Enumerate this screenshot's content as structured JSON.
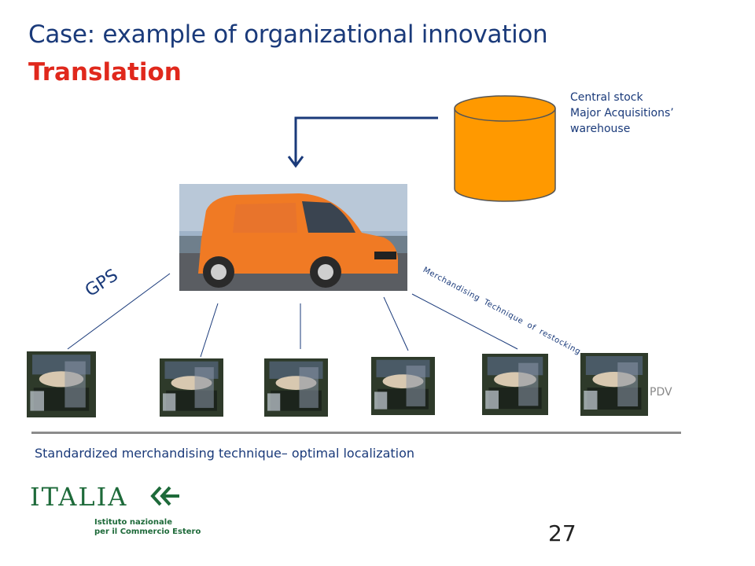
{
  "title": {
    "line1": "Case: example of organizational innovation",
    "line2": "Translation"
  },
  "central_stock": {
    "lines": [
      "Central stock",
      "Major Acquisitions’",
      "warehouse"
    ],
    "color": "#ff9900"
  },
  "diagram": {
    "gps_label": "GPS",
    "merch_label": "Merchandising Technique of restocking",
    "pdv_label": "PDV",
    "store_count": 6
  },
  "footer": {
    "caption": "Standardized merchandising technique– optimal localization",
    "page_number": "27"
  },
  "logo": {
    "word": "ITALIA",
    "sub_lines": [
      "Istituto nazionale",
      "per il Commercio Estero"
    ]
  },
  "colors": {
    "title_blue": "#1a3a7a",
    "accent_red": "#e0281c",
    "van_orange": "#f07a24",
    "logo_green": "#1e6a3a"
  }
}
